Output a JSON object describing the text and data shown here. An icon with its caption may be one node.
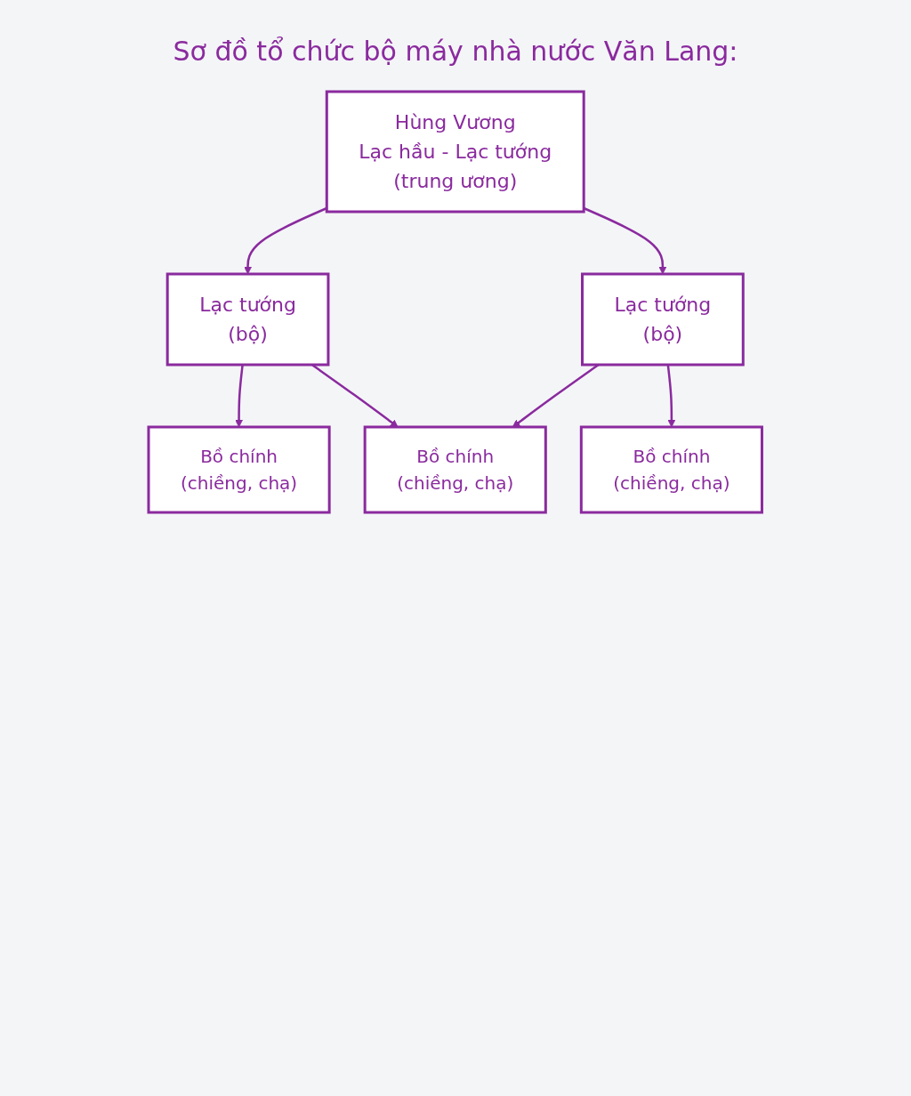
{
  "diagram": {
    "title": "Sơ đồ tổ chức bộ máy nhà nước Văn Lang:",
    "nodes": [
      {
        "text": [
          "Hùng Vương",
          "Lạc hầu - Lạc tướng",
          "(trung ương)"
        ]
      },
      {
        "text": [
          "Lạc tướng",
          "(bộ)"
        ]
      },
      {
        "text": [
          "Lạc tướng",
          "(bộ)"
        ]
      },
      {
        "text": [
          "Bồ chính",
          "(chiềng, chạ)"
        ]
      },
      {
        "text": [
          "Bồ chính",
          "(chiềng, chạ)"
        ]
      },
      {
        "text": [
          "Bồ chính",
          "(chiềng, chạ)"
        ]
      }
    ],
    "edges": [
      {
        "from": 0,
        "to": 1,
        "arrow": "to"
      },
      {
        "from": 0,
        "to": 2,
        "arrow": "to"
      },
      {
        "from": 1,
        "to": 3,
        "arrow": "to"
      },
      {
        "from": 1,
        "to": 4,
        "arrow": "to"
      },
      {
        "from": 2,
        "to": 4,
        "arrow": "to"
      },
      {
        "from": 2,
        "to": 5,
        "arrow": "to"
      }
    ]
  }
}
